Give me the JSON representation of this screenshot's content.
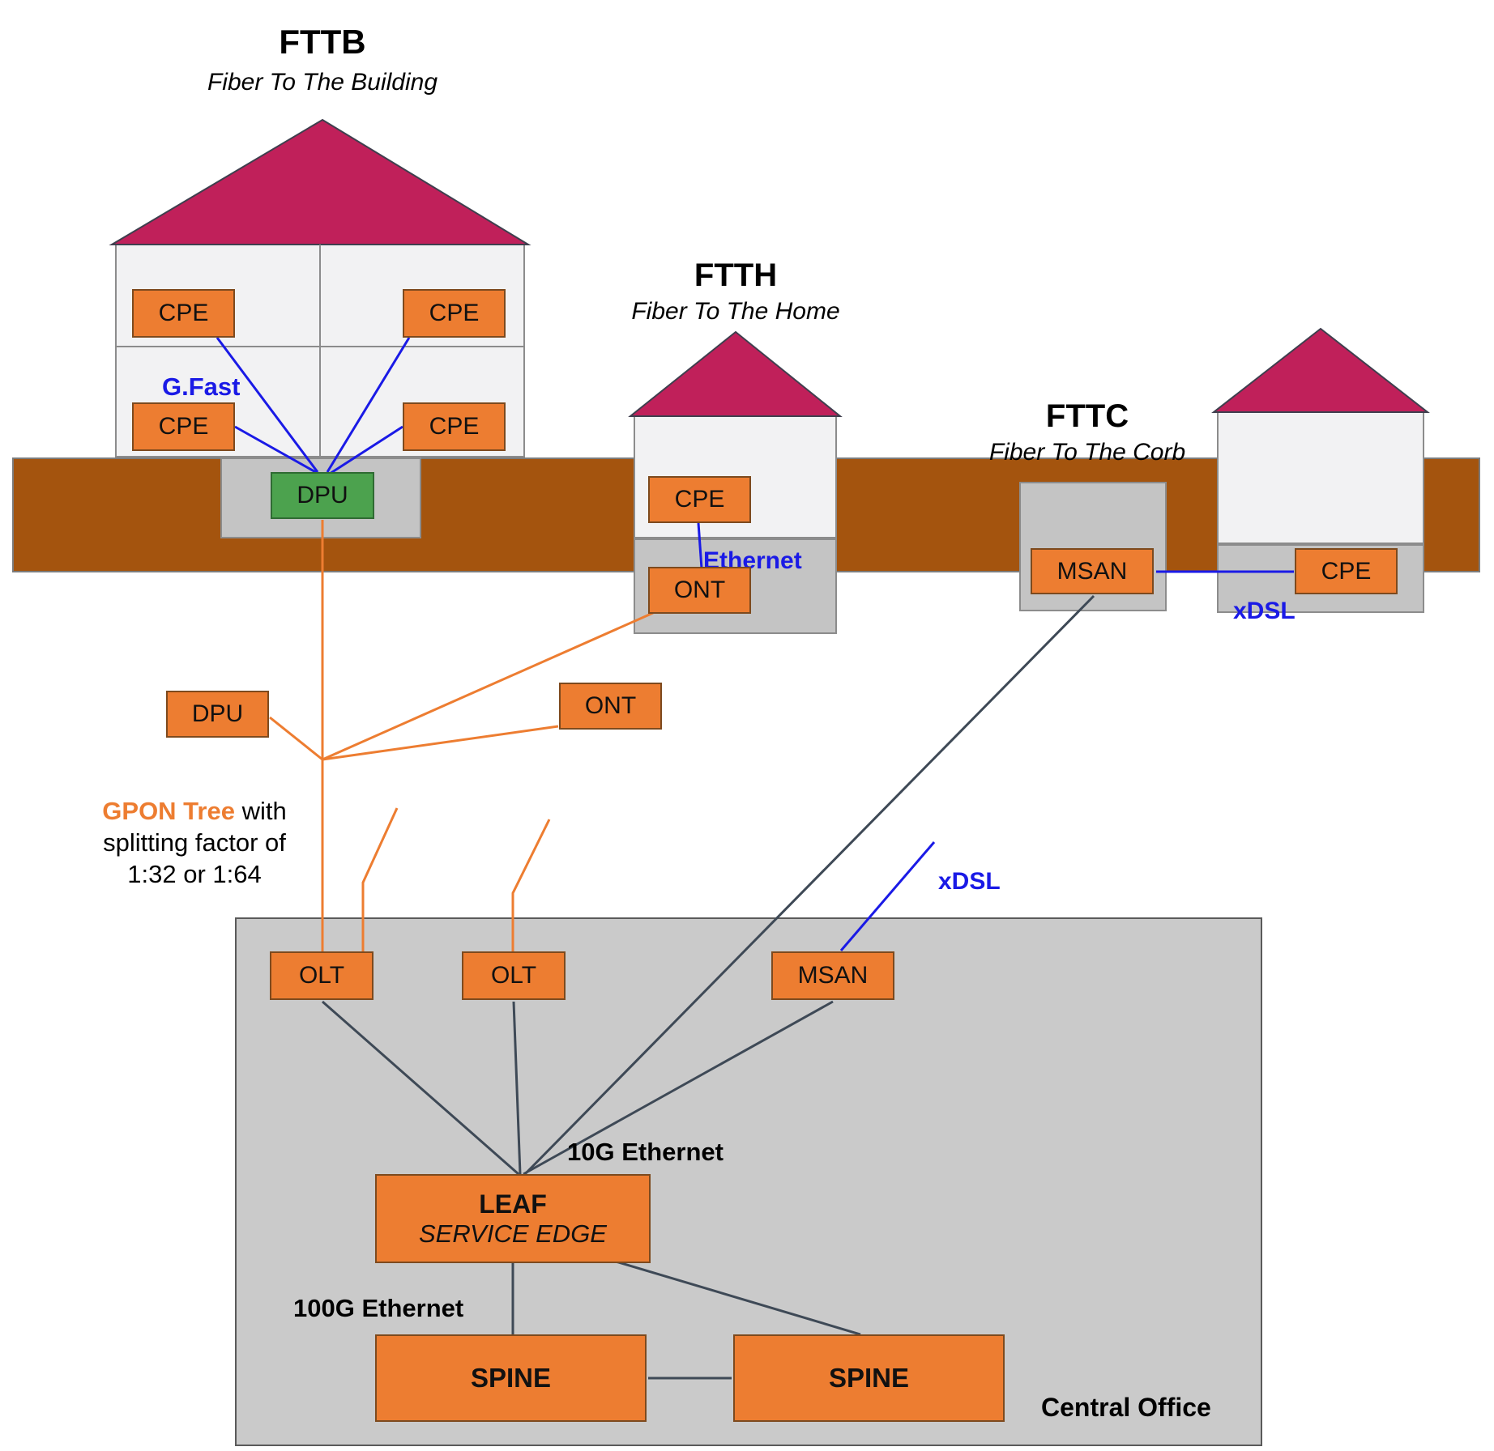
{
  "colors": {
    "orange": "#ED7D31",
    "green": "#4CA24E",
    "crimson": "#C0205A",
    "brown": "#A4540E",
    "blue": "#1A1AE6",
    "dark_line": "#3E4956",
    "house_fill": "#F2F2F3",
    "gray_box": "#C4C4C4",
    "co_fill": "#CACACA"
  },
  "fttb": {
    "title": "FTTB",
    "subtitle": "Fiber To The Building",
    "cpe_labels": [
      "CPE",
      "CPE",
      "CPE",
      "CPE"
    ],
    "gfast_label": "G.Fast",
    "dpu_label": "DPU"
  },
  "ftth": {
    "title": "FTTH",
    "subtitle": "Fiber To The Home",
    "cpe_label": "CPE",
    "ethernet_label": "Ethernet",
    "ont_label": "ONT"
  },
  "fttc": {
    "title": "FTTC",
    "subtitle": "Fiber To The Corb",
    "msan_label": "MSAN",
    "cpe_label": "CPE",
    "xdsl_label": "xDSL"
  },
  "distribution": {
    "dpu_label": "DPU",
    "ont_label": "ONT",
    "gpon_highlight": "GPON Tree",
    "gpon_rest": " with",
    "gpon_line2": "splitting factor of",
    "gpon_line3": "1:32 or 1:64",
    "xdsl_label": "xDSL"
  },
  "central_office": {
    "olt1_label": "OLT",
    "olt2_label": "OLT",
    "msan_label": "MSAN",
    "eth10g_label": "10G Ethernet",
    "leaf_title": "LEAF",
    "leaf_subtitle": "SERVICE EDGE",
    "eth100g_label": "100G Ethernet",
    "spine1_label": "SPINE",
    "spine2_label": "SPINE",
    "name_label": "Central Office"
  }
}
